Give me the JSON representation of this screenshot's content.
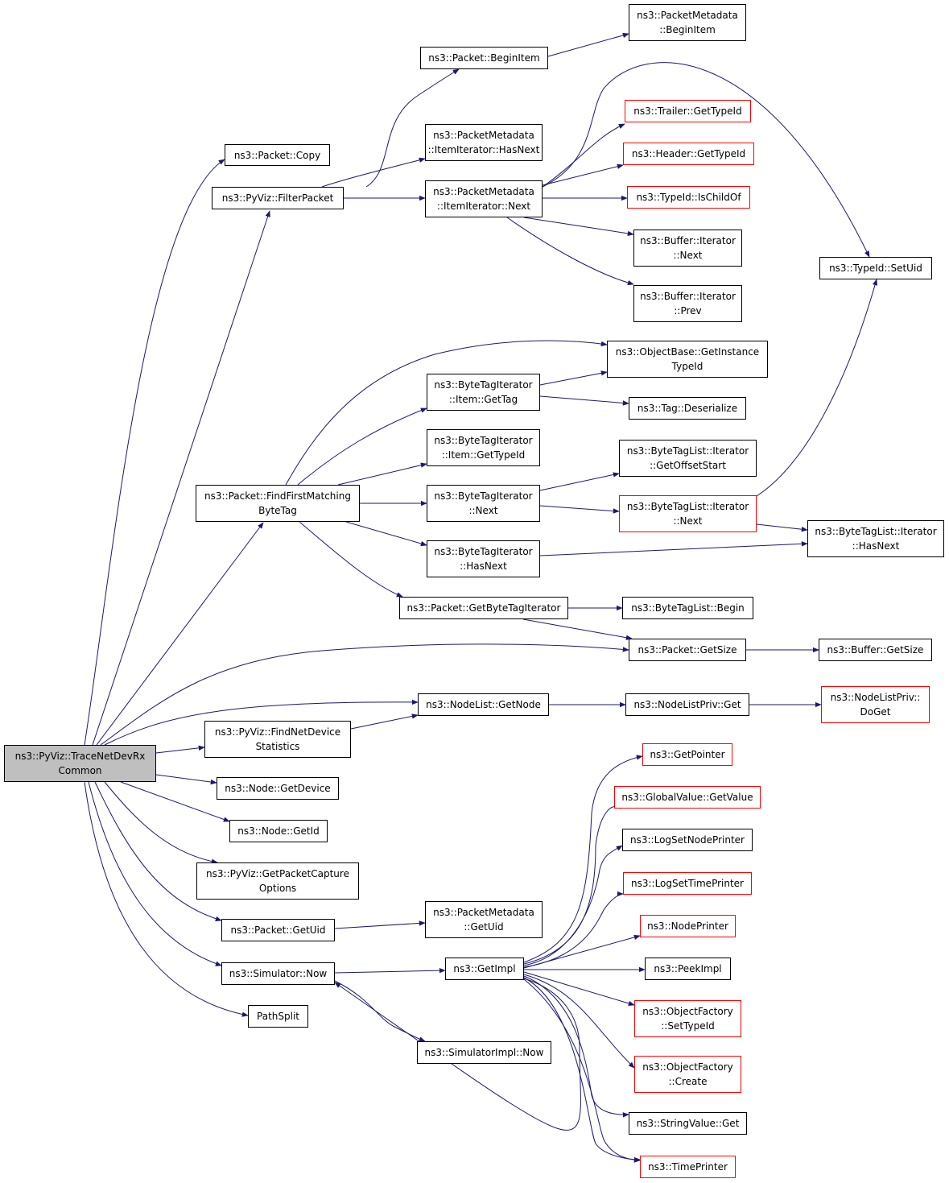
{
  "colors": {
    "edge": "#191970",
    "node_border": "#000000",
    "incomplete_border": "#ff0000",
    "root_fill": "#bfbfbf"
  },
  "nodes": {
    "n_root": {
      "l1": "ns3::PyViz::TraceNetDevRx",
      "l2": "Common",
      "kind": "root"
    },
    "n_copy": {
      "l1": "ns3::Packet::Copy"
    },
    "n_filter": {
      "l1": "ns3::PyViz::FilterPacket"
    },
    "n_beginitem": {
      "l1": "ns3::Packet::BeginItem"
    },
    "n_pm_beginitem": {
      "l1": "ns3::PacketMetadata",
      "l2": "::BeginItem"
    },
    "n_pm_hasnext": {
      "l1": "ns3::PacketMetadata",
      "l2": "::ItemIterator::HasNext"
    },
    "n_pm_next": {
      "l1": "ns3::PacketMetadata",
      "l2": "::ItemIterator::Next"
    },
    "n_trailer": {
      "l1": "ns3::Trailer::GetTypeId",
      "kind": "red"
    },
    "n_header": {
      "l1": "ns3::Header::GetTypeId",
      "kind": "red"
    },
    "n_ischildof": {
      "l1": "ns3::TypeId::IsChildOf",
      "kind": "red"
    },
    "n_buf_next": {
      "l1": "ns3::Buffer::Iterator",
      "l2": "::Next"
    },
    "n_buf_prev": {
      "l1": "ns3::Buffer::Iterator",
      "l2": "::Prev"
    },
    "n_setuid": {
      "l1": "ns3::TypeId::SetUid"
    },
    "n_objbase": {
      "l1": "ns3::ObjectBase::GetInstance",
      "l2": "TypeId"
    },
    "n_bti_gettag": {
      "l1": "ns3::ByteTagIterator",
      "l2": "::Item::GetTag"
    },
    "n_tag_deser": {
      "l1": "ns3::Tag::Deserialize"
    },
    "n_bti_gettypeid": {
      "l1": "ns3::ByteTagIterator",
      "l2": "::Item::GetTypeId"
    },
    "n_findfirst": {
      "l1": "ns3::Packet::FindFirstMatching",
      "l2": "ByteTag"
    },
    "n_btl_getoffset": {
      "l1": "ns3::ByteTagList::Iterator",
      "l2": "::GetOffsetStart"
    },
    "n_bti_next": {
      "l1": "ns3::ByteTagIterator",
      "l2": "::Next"
    },
    "n_btl_next": {
      "l1": "ns3::ByteTagList::Iterator",
      "l2": "::Next",
      "kind": "red"
    },
    "n_btl_hasnext": {
      "l1": "ns3::ByteTagList::Iterator",
      "l2": "::HasNext"
    },
    "n_bti_hasnext": {
      "l1": "ns3::ByteTagIterator",
      "l2": "::HasNext"
    },
    "n_getbti": {
      "l1": "ns3::Packet::GetByteTagIterator"
    },
    "n_btl_begin": {
      "l1": "ns3::ByteTagList::Begin"
    },
    "n_pkt_getsize": {
      "l1": "ns3::Packet::GetSize"
    },
    "n_buf_getsize": {
      "l1": "ns3::Buffer::GetSize"
    },
    "n_nodelist_getnode": {
      "l1": "ns3::NodeList::GetNode"
    },
    "n_nlp_get": {
      "l1": "ns3::NodeListPriv::Get"
    },
    "n_nlp_doget": {
      "l1": "ns3::NodeListPriv::",
      "l2": "DoGet",
      "kind": "red"
    },
    "n_findnetdev": {
      "l1": "ns3::PyViz::FindNetDevice",
      "l2": "Statistics"
    },
    "n_getpointer": {
      "l1": "ns3::GetPointer",
      "kind": "red"
    },
    "n_globalvalue": {
      "l1": "ns3::GlobalValue::GetValue",
      "kind": "red"
    },
    "n_getdevice": {
      "l1": "ns3::Node::GetDevice"
    },
    "n_getid": {
      "l1": "ns3::Node::GetId"
    },
    "n_logsetnode": {
      "l1": "ns3::LogSetNodePrinter"
    },
    "n_logsettime": {
      "l1": "ns3::LogSetTimePrinter",
      "kind": "red"
    },
    "n_getpktcap": {
      "l1": "ns3::PyViz::GetPacketCapture",
      "l2": "Options"
    },
    "n_pm_getuid": {
      "l1": "ns3::PacketMetadata",
      "l2": "::GetUid"
    },
    "n_pkt_getuid": {
      "l1": "ns3::Packet::GetUid"
    },
    "n_nodeprinter": {
      "l1": "ns3::NodePrinter",
      "kind": "red"
    },
    "n_getimpl": {
      "l1": "ns3::GetImpl"
    },
    "n_sim_now": {
      "l1": "ns3::Simulator::Now"
    },
    "n_peekimpl": {
      "l1": "ns3::PeekImpl"
    },
    "n_of_settypeid": {
      "l1": "ns3::ObjectFactory",
      "l2": "::SetTypeId",
      "kind": "red"
    },
    "n_pathsplit": {
      "l1": "PathSplit"
    },
    "n_simimpl_now": {
      "l1": "ns3::SimulatorImpl::Now"
    },
    "n_of_create": {
      "l1": "ns3::ObjectFactory",
      "l2": "::Create",
      "kind": "red"
    },
    "n_stringvalue": {
      "l1": "ns3::StringValue::Get"
    },
    "n_timeprinter": {
      "l1": "ns3::TimePrinter",
      "kind": "red"
    }
  }
}
